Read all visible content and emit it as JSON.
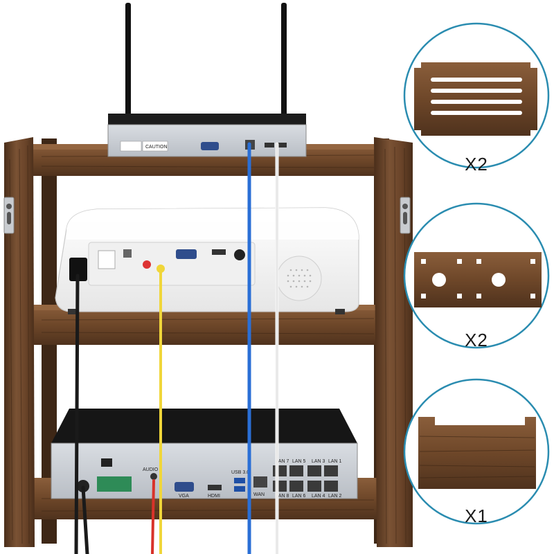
{
  "callouts": [
    {
      "quantity": "X2"
    },
    {
      "quantity": "X2"
    },
    {
      "quantity": "X1"
    }
  ],
  "device_labels": {
    "top_unit_badge": "CAUTION",
    "nvr_port_wan": "WAN",
    "nvr_port_lan": [
      "LAN 1",
      "LAN 2",
      "LAN 3",
      "LAN 4",
      "LAN 5",
      "LAN 6",
      "LAN 7",
      "LAN 8"
    ],
    "nvr_port_usb": "USB 3.0",
    "nvr_port_hdmi": "HDMI",
    "nvr_port_vga": "VGA",
    "nvr_port_audio": "AUDIO"
  },
  "colors": {
    "wood_dark": "#5a3a22",
    "wood_mid": "#7a5234",
    "wood_light": "#9a6b45",
    "circle_border": "#2a8cb0",
    "cable_blue": "#2a6fd6",
    "cable_white": "#f2f2f2",
    "cable_yellow": "#f0d63a",
    "cable_black": "#1a1a1a",
    "cable_red": "#d8322a"
  }
}
